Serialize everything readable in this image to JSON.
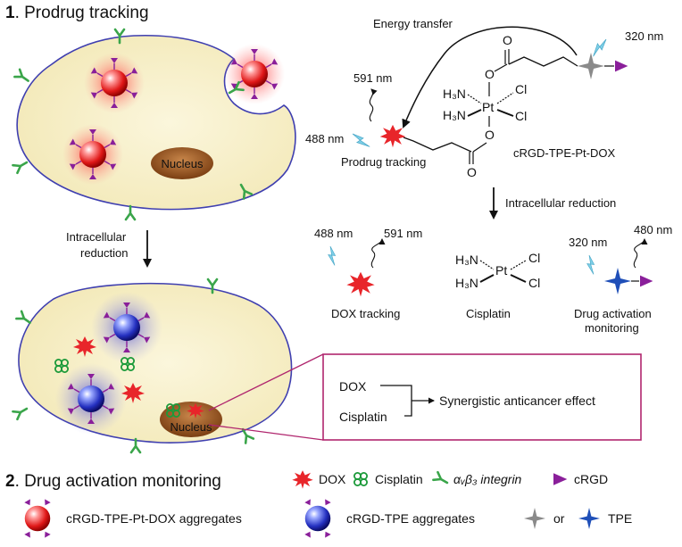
{
  "section1": {
    "num": "1",
    "title": ". Prodrug tracking"
  },
  "section2": {
    "num": "2",
    "title": ". Drug activation monitoring"
  },
  "cell_top": {
    "nucleus": "Nucleus"
  },
  "cell_bottom": {
    "nucleus": "Nucleus"
  },
  "left_arrow": {
    "line1": "Intracellular",
    "line2": "reduction"
  },
  "top_scheme": {
    "energy_transfer": "Energy transfer",
    "wl_320": "320 nm",
    "wl_591": "591 nm",
    "wl_488": "488 nm",
    "prodrug_tracking": "Prodrug tracking",
    "compound": "cRGD-TPE-Pt-DOX",
    "h3n_1": "H₃N",
    "h3n_2": "H₃N",
    "pt": "Pt",
    "cl_1": "Cl",
    "cl_2": "Cl",
    "o_1": "O",
    "o_2": "O",
    "o_3": "O",
    "o_4": "O"
  },
  "reduction_arrow": {
    "label": "Intracellular reduction"
  },
  "products": {
    "dox": {
      "wl_in": "488 nm",
      "wl_out": "591 nm",
      "label": "DOX tracking"
    },
    "cisplatin": {
      "h3n_1": "H₃N",
      "h3n_2": "H₃N",
      "pt": "Pt",
      "cl_1": "Cl",
      "cl_2": "Cl",
      "label": "Cisplatin"
    },
    "tpe": {
      "wl_in": "320 nm",
      "wl_out": "480 nm",
      "label_line1": "Drug activation",
      "label_line2": "monitoring"
    }
  },
  "synergy_box": {
    "dox": "DOX",
    "cisplatin": "Cisplatin",
    "effect": "Synergistic anticancer effect"
  },
  "legend": {
    "dox": "DOX",
    "cisplatin": "Cisplatin",
    "integrin": "αᵥβ₃ integrin",
    "crgd": "cRGD",
    "agg_pt": "cRGD-TPE-Pt-DOX aggregates",
    "agg_tpe": "cRGD-TPE aggregates",
    "or": "or",
    "tpe": "TPE"
  },
  "colors": {
    "cell_fill": "#f7f0c6",
    "cell_stroke": "#3f3fb0",
    "nucleus": "#9a5a2a",
    "red_glow": "#ff3b3b",
    "blue_glow": "#3a40c8",
    "dox_star": "#e8252a",
    "cisplatin_green": "#1c9a3a",
    "integrin_green": "#3aa54a",
    "crgd_purple": "#8a1f9a",
    "tpe_grey": "#8a8a8a",
    "tpe_blue": "#1f4fb8",
    "light_blue": "#7fd0e8",
    "box_magenta": "#b0266e"
  },
  "icons": {
    "red_aggregate": "red-sphere-icon",
    "blue_aggregate": "blue-sphere-icon",
    "dox": "red-starburst-icon",
    "cisplatin": "four-leaf-icon",
    "integrin": "y-shaped-receptor-icon",
    "crgd": "purple-triangle-icon",
    "tpe": "four-point-star-icon",
    "light": "lightning-bolt-icon",
    "emission": "wavy-arrow-icon"
  }
}
